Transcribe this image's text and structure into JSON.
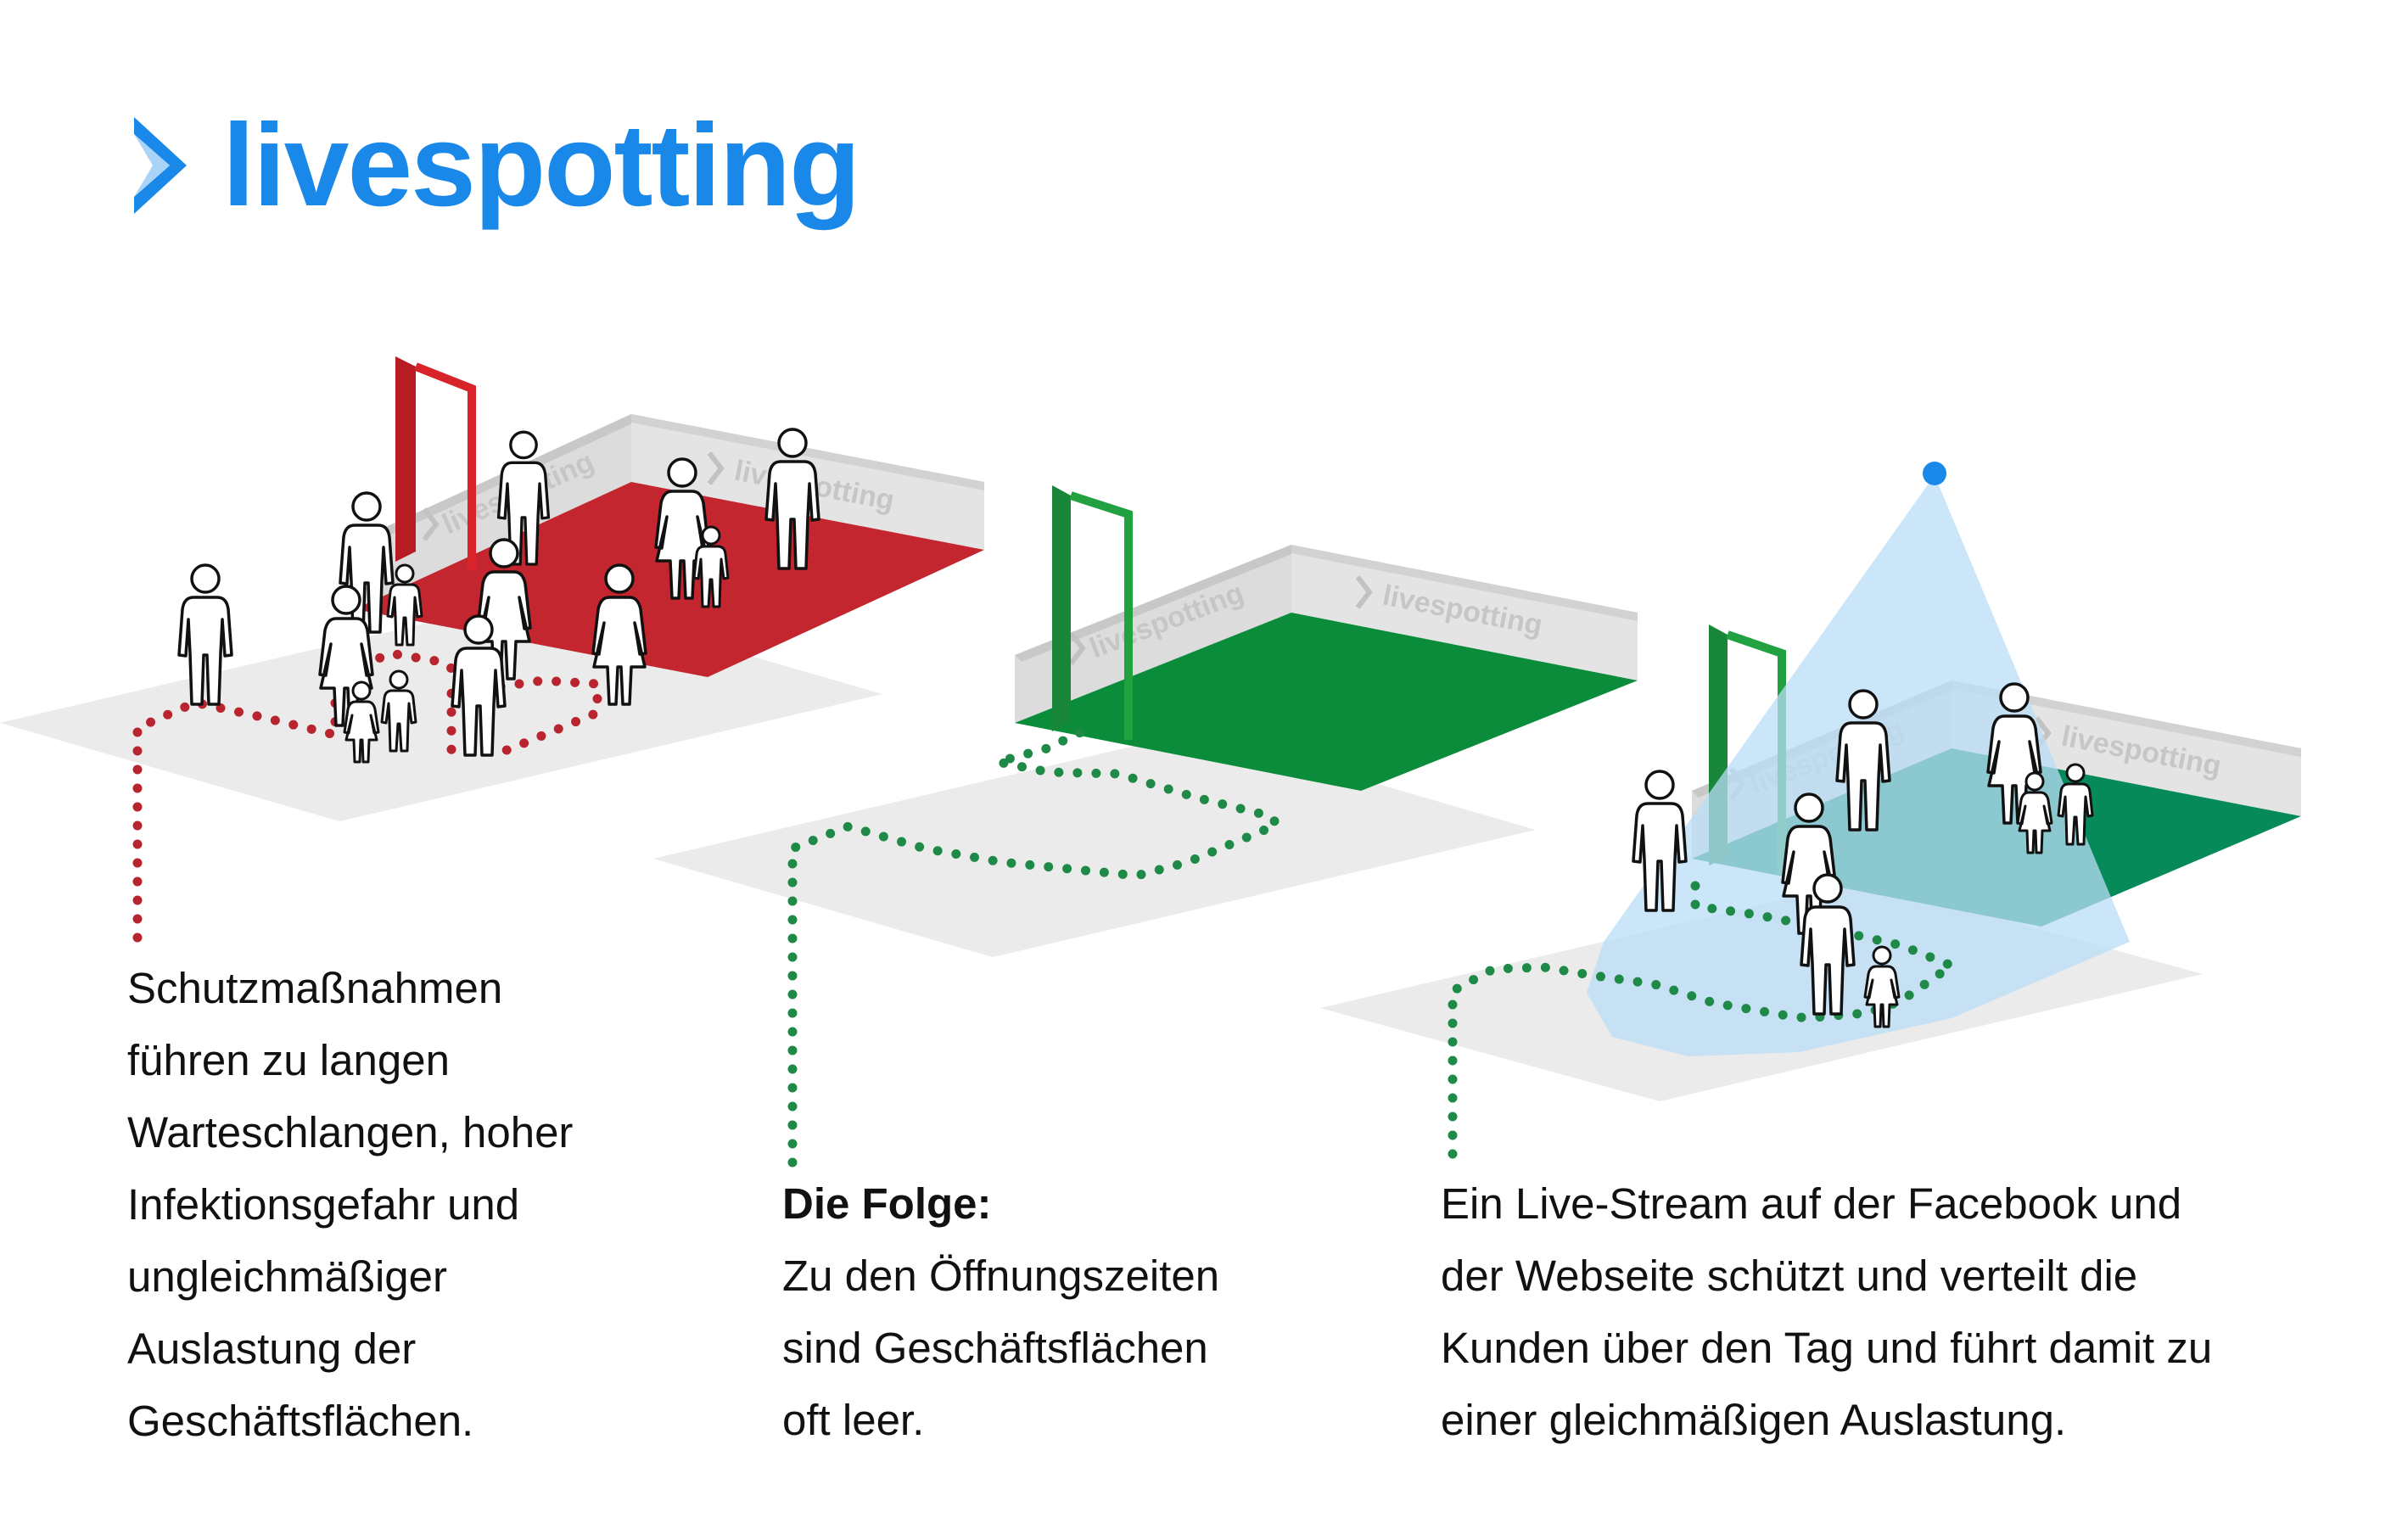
{
  "brand": {
    "name": "livespotting",
    "color": "#1a88e8",
    "icon": "chevron-right-icon"
  },
  "colors": {
    "crowded_floor": "#c3262e",
    "empty_floor": "#0a8c3b",
    "managed_floor": "#078a5a",
    "door_red": "#d8232a",
    "door_green": "#22a140",
    "path_red": "#b8252e",
    "path_green": "#1f8a47",
    "camera": "#1a88e8",
    "camera_cone": "#b9dcf7"
  },
  "scenes": [
    {
      "id": "crowded",
      "wall_watermark": "livespotting",
      "caption_lines": [
        "Schutzmaßnahmen",
        "führen zu langen",
        "Warteschlangen, hoher",
        "Infektionsgefahr und",
        "ungleichmäßiger",
        "Auslastung der",
        "Geschäftsflächen."
      ]
    },
    {
      "id": "empty",
      "wall_watermark": "livespotting",
      "caption_heading": "Die Folge:",
      "caption_lines": [
        "Zu den Öffnungszeiten",
        "sind Geschäftsflächen",
        "oft leer."
      ]
    },
    {
      "id": "livestream",
      "wall_watermark": "livespotting",
      "caption_lines": [
        "Ein Live-Stream auf der Facebook und",
        "der Webseite schützt und verteilt die",
        "Kunden über den Tag und führt damit zu",
        "einer gleichmäßigen Auslastung."
      ]
    }
  ]
}
